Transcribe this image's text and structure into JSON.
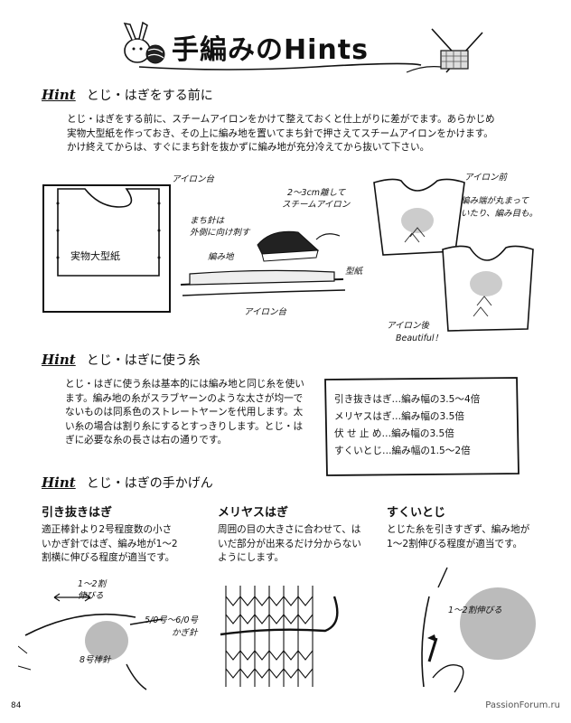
{
  "title": "手編みのHints",
  "sections": [
    {
      "tag": "Hint",
      "heading": "とじ・はぎをする前に",
      "body": [
        "とじ・はぎをする前に、スチームアイロンをかけて整えておくと仕上がりに差がでます。あらかじめ",
        "実物大型紙を作っておき、その上に編み地を置いてまち針で押さえてスチームアイロンをかけます。",
        "かけ終えてからは、すぐにまち針を抜かずに編み地が充分冷えてから抜いて下さい。"
      ]
    },
    {
      "tag": "Hint",
      "heading": "とじ・はぎに使う糸",
      "body": [
        "とじ・はぎに使う糸は基本的には編み地と同じ糸を使い",
        "ます。編み地の糸がスラブヤーンのような太さが均一で",
        "ないものは同系色のストレートヤーンを代用します。太",
        "い糸の場合は割り糸にするとすっきりします。とじ・は",
        "ぎに必要な糸の長さは右の通りです。"
      ]
    },
    {
      "tag": "Hint",
      "heading": "とじ・はぎの手かげん"
    }
  ],
  "yarn_table": [
    "引き抜きはぎ…編み幅の3.5～4倍",
    "メリヤスはぎ…編み幅の3.5倍",
    "伏 せ 止 め…編み幅の3.5倍",
    "すくいとじ…編み幅の1.5～2倍"
  ],
  "columns": [
    {
      "title": "引き抜きはぎ",
      "body": [
        "適正棒針より2号程度数の小さ",
        "いかぎ針ではぎ、編み地が1～2",
        "割横に伸びる程度が適当です。"
      ]
    },
    {
      "title": "メリヤスはぎ",
      "body": [
        "周囲の目の大きさに合わせて、は",
        "いだ部分が出来るだけ分からない",
        "ようにします。"
      ]
    },
    {
      "title": "すくいとじ",
      "body": [
        "とじた糸を引きすぎず、編み地が",
        "1～2割伸びる程度が適当です。"
      ]
    }
  ],
  "notes": {
    "iron_board_1": "アイロン台",
    "pattern": "実物大型紙",
    "pins": "まち針は",
    "pins2": "外側に向け刺す",
    "steam": "2～3cm離して",
    "steam2": "スチームアイロン",
    "fabric": "編み地",
    "paper": "型紙",
    "iron_board_2": "アイロン台",
    "before": "アイロン前",
    "curl": "編み端が丸まって",
    "curl2": "いたり、編み目も。",
    "after": "アイロン後",
    "beautiful": "Beautiful！",
    "stretch": "1～2割",
    "stretch2": "伸びる",
    "hook": "5/0号～6/0号",
    "hook2": "かぎ針",
    "needle": "8号棒針",
    "stretch_right": "1～2割伸びる"
  },
  "page_number": "84",
  "watermark": "PassionForum.ru"
}
